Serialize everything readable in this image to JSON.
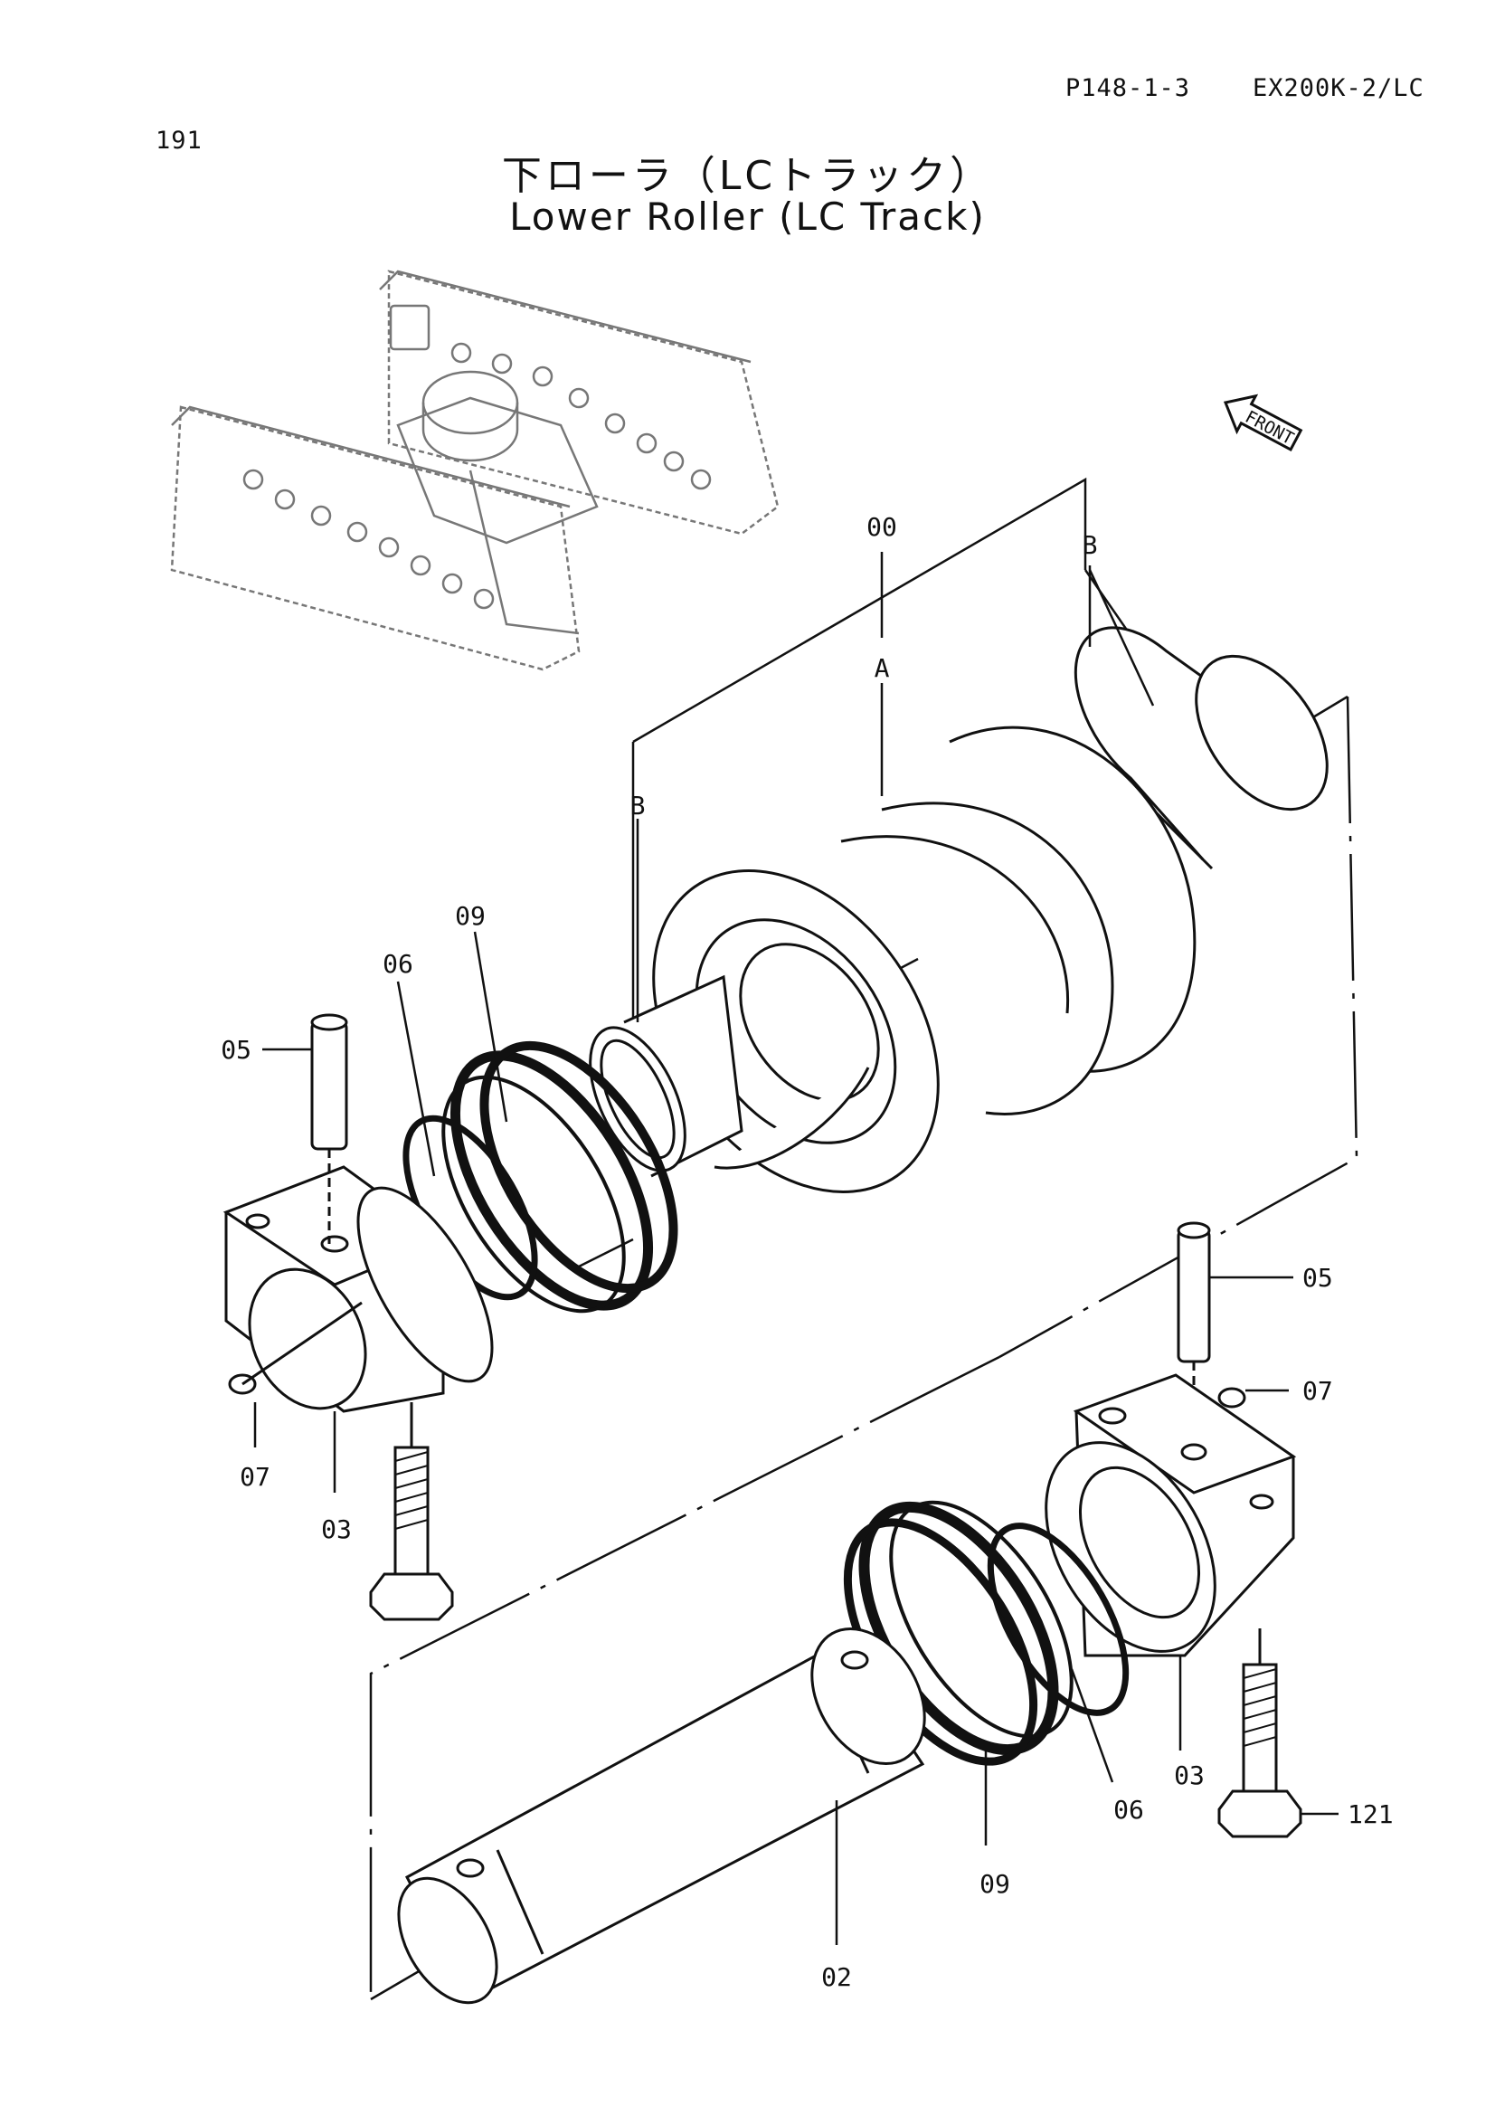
{
  "header": {
    "page_number": "191",
    "figure_code": "P148-1-3",
    "model": "EX200K-2/LC"
  },
  "title": {
    "japanese": "下ローラ（LCトラック）",
    "english": "Lower Roller (LC Track)"
  },
  "direction_arrow": {
    "label": "FRONT"
  },
  "callouts": {
    "assembly": "00",
    "ref_a": "A",
    "ref_b_right": "B",
    "ref_b_left": "B",
    "seal_left": "09",
    "ring_left": "06",
    "pin_left": "05",
    "plug_left": "07",
    "collar_left": "03",
    "pin_right": "05",
    "plug_right": "07",
    "ring_right": "06",
    "collar_right": "03",
    "bolt_right": "121",
    "seal_right": "09",
    "shaft": "02"
  }
}
